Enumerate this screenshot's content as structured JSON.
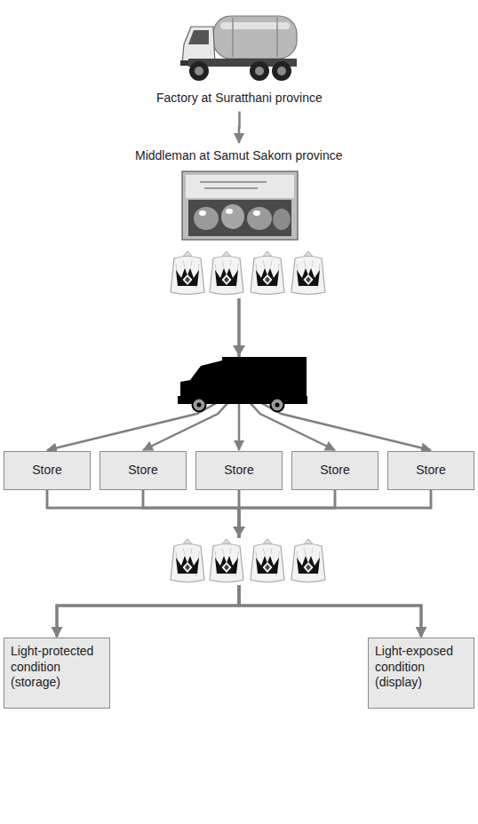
{
  "diagram": {
    "nodes": [
      {
        "text": [
          "Factory at Suratthani province"
        ]
      },
      {
        "text": [
          "Middleman at Samut Sakorn province"
        ]
      },
      {
        "text": [
          "Store"
        ]
      },
      {
        "text": [
          "Store"
        ]
      },
      {
        "text": [
          "Store"
        ]
      },
      {
        "text": [
          "Store"
        ]
      },
      {
        "text": [
          "Store"
        ]
      },
      {
        "text": [
          "Light-protected condition (storage)"
        ]
      },
      {
        "text": [
          "Light-exposed condition (display)"
        ]
      }
    ],
    "edges": [
      {
        "from": 0,
        "to": 1,
        "arrow": "to"
      },
      {
        "from": 1,
        "to": 2,
        "arrow": "to"
      },
      {
        "from": 1,
        "to": 3,
        "arrow": "to"
      },
      {
        "from": 1,
        "to": 4,
        "arrow": "to"
      },
      {
        "from": 1,
        "to": 5,
        "arrow": "to"
      },
      {
        "from": 1,
        "to": 6,
        "arrow": "to"
      },
      {
        "from": 2,
        "to": 7,
        "arrow": "to"
      },
      {
        "from": 3,
        "to": 7,
        "arrow": "to"
      },
      {
        "from": 4,
        "to": 7,
        "arrow": "to"
      },
      {
        "from": 5,
        "to": 7,
        "arrow": "to"
      },
      {
        "from": 6,
        "to": 7,
        "arrow": "to"
      },
      {
        "from": 2,
        "to": 8,
        "arrow": "to"
      },
      {
        "from": 3,
        "to": 8,
        "arrow": "to"
      },
      {
        "from": 4,
        "to": 8,
        "arrow": "to"
      },
      {
        "from": 5,
        "to": 8,
        "arrow": "to"
      },
      {
        "from": 6,
        "to": 8,
        "arrow": "to"
      }
    ]
  }
}
